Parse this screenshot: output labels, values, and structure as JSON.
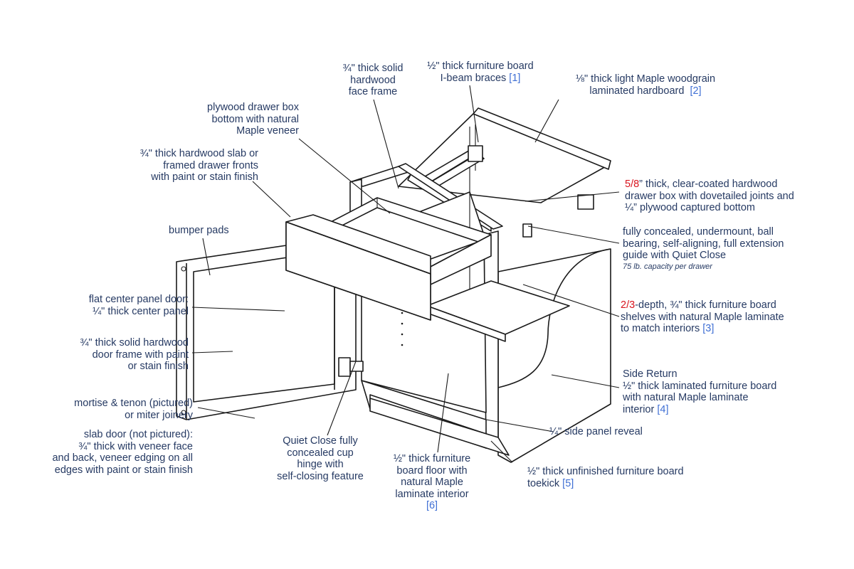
{
  "callouts": {
    "face_frame": {
      "lines": [
        "¾\" thick solid",
        "hardwood",
        "face frame"
      ]
    },
    "ibeam": {
      "lines": [
        "½\" thick furniture board",
        "I-beam braces"
      ],
      "ref": "[1]"
    },
    "hardboard": {
      "line1": "⅛\" thick light Maple woodgrain",
      "line2": "laminated hardboard",
      "ref": "[2]"
    },
    "drawer_bottom": {
      "lines": [
        "plywood drawer box",
        "bottom with natural",
        "Maple veneer"
      ]
    },
    "drawer_fronts": {
      "lines": [
        "¾\" thick hardwood slab or",
        "framed drawer fronts",
        "with paint or stain finish"
      ]
    },
    "drawer_box": {
      "red": "5/8",
      "line1": "” thick, clear-coated hardwood",
      "line2": "drawer box with dovetailed joints and",
      "line3": "¼” plywood captured bottom"
    },
    "guide": {
      "lines": [
        "fully concealed, undermount, ball",
        "bearing, self-aligning, full extension",
        "guide with Quiet Close"
      ],
      "note": "75 lb. capacity per drawer"
    },
    "bumper": {
      "text": "bumper pads"
    },
    "center_panel": {
      "lines": [
        "flat center panel door:",
        "¼\" thick center panel"
      ]
    },
    "door_frame": {
      "lines": [
        "¾\" thick solid hardwood",
        "door frame with paint",
        "or stain finish"
      ]
    },
    "shelves": {
      "red": "2/3",
      "line1": "-depth, ¾\" thick furniture board",
      "line2": "shelves with natural Maple laminate",
      "line3": "to match interiors",
      "ref": "[3]"
    },
    "side_return": {
      "line1": "Side Return",
      "line2": "½\" thick laminated furniture board",
      "line3": "with natural Maple laminate",
      "line4": "interior",
      "ref": "[4]"
    },
    "joinery": {
      "lines": [
        "mortise & tenon (pictured)",
        "or miter joinery"
      ]
    },
    "slab_door": {
      "lines": [
        "slab door (not pictured):",
        "¾\" thick with veneer face",
        "and back, veneer edging on all",
        "edges with paint or stain finish"
      ]
    },
    "hinge": {
      "lines": [
        "Quiet Close fully",
        "concealed cup",
        "hinge with",
        "self-closing feature"
      ]
    },
    "floor": {
      "lines": [
        "½\" thick furniture",
        "board floor with",
        "natural Maple",
        "laminate interior"
      ],
      "ref": "[6]"
    },
    "reveal": {
      "text": "¼\" side panel reveal"
    },
    "toekick": {
      "line1": "½\" thick unfinished furniture board",
      "line2": "toekick",
      "ref": "[5]"
    }
  },
  "colors": {
    "text": "#263a63",
    "ref": "#3f6fd4",
    "highlight": "#d8141e",
    "line": "#1a1a1a"
  }
}
